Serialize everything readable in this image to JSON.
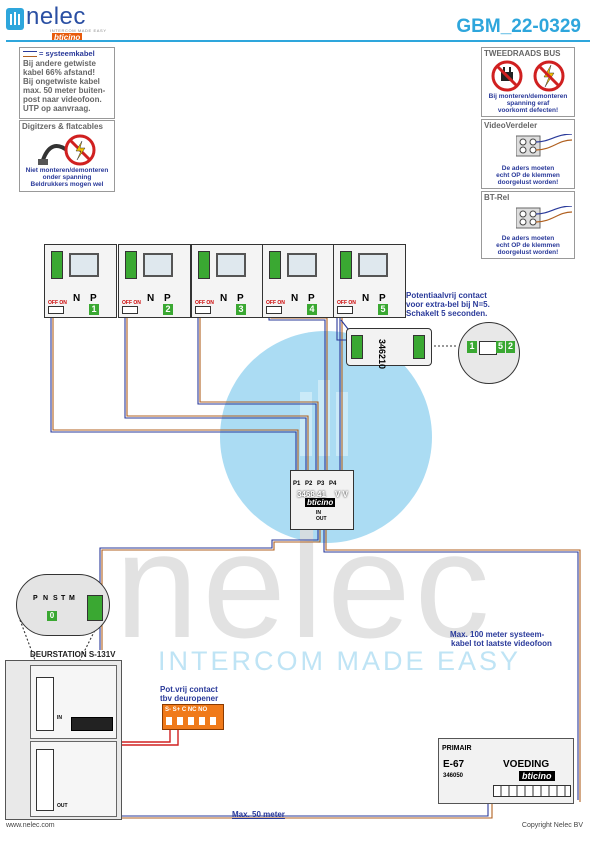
{
  "header": {
    "brand": "nelec",
    "tagline": "INTERCOM MADE EASY",
    "sub_brand": "bticino",
    "code": "GBM_22-0329"
  },
  "info_cable": {
    "title": "= systeemkabel",
    "lines": [
      "Bij andere getwiste",
      "kabel 66% afstand!",
      "Bij ongetwiste kabel",
      "max. 50 meter buiten-",
      "post naar videofoon.",
      "UTP op aanvraag."
    ]
  },
  "info_digitizers": {
    "title": "Digitzers & flatcables",
    "lines": [
      "Niet monteren/demonteren",
      "onder spanning",
      "Beldrukkers mogen wel"
    ]
  },
  "info_bus": {
    "title": "TWEEDRAADS BUS",
    "lines": [
      "Bij monteren/demonteren",
      "spanning eraf",
      "voorkomt defecten!"
    ]
  },
  "info_videoverdeler": {
    "title": "VideoVerdeler",
    "lines": [
      "De aders moeten",
      "echt OP de klemmen",
      "doorgelust worden!"
    ]
  },
  "info_btrel": {
    "title": "BT-Rel",
    "lines": [
      "De aders moeten",
      "echt OP de klemmen",
      "doorgelust worden!"
    ]
  },
  "monitors": [
    {
      "switch": "OFF ON",
      "n": "N",
      "p": "P",
      "num": "1"
    },
    {
      "switch": "OFF ON",
      "n": "N",
      "p": "P",
      "num": "2"
    },
    {
      "switch": "OFF ON",
      "n": "N",
      "p": "P",
      "num": "3"
    },
    {
      "switch": "OFF ON",
      "n": "N",
      "p": "P",
      "num": "4"
    },
    {
      "switch": "OFF ON",
      "n": "N",
      "p": "P",
      "num": "5"
    }
  ],
  "relay": {
    "model": "346210",
    "note": [
      "Potentiaalvrij contact",
      "voor extra-bel bij N=5.",
      "Schakelt 5 seconden."
    ],
    "zoom_n": "1",
    "zoom_m": "5",
    "zoom_t": "2"
  },
  "distributor": {
    "ports": [
      "P1",
      "P2",
      "P3",
      "P4"
    ],
    "model": "3468 41",
    "vv": "V V",
    "brand": "bticino",
    "in": "IN",
    "out": "OUT"
  },
  "watermark": {
    "big": "nelec",
    "sub": "INTERCOM MADE EASY"
  },
  "doorstation": {
    "title": "DEURSTATION S-131V",
    "zoom_labels": [
      "P",
      "N",
      "S",
      "T",
      "M"
    ],
    "zoom_num": "0",
    "in": "IN",
    "out": "OUT"
  },
  "relay_contact": {
    "title": [
      "Pot.vrij contact",
      "tbv deuropener"
    ],
    "terminals": "S- S+ C NC NO"
  },
  "notes": {
    "max100": [
      "Max. 100 meter systeem-",
      "kabel tot laatste videofoon"
    ],
    "max50": "Max. 50 meter"
  },
  "psu": {
    "primair": "PRIMAIR",
    "model": "E-67",
    "voeding": "VOEDING",
    "code": "346050",
    "brand": "bticino"
  },
  "footer": {
    "left": "www.nelec.com",
    "right": "Copyright Nelec BV"
  },
  "colors": {
    "accent": "#2ea6dc",
    "brand_blue": "#2a4fa3",
    "warning_red": "#d02020",
    "terminal_green": "#3aa832",
    "relay_orange": "#f07a1a"
  }
}
